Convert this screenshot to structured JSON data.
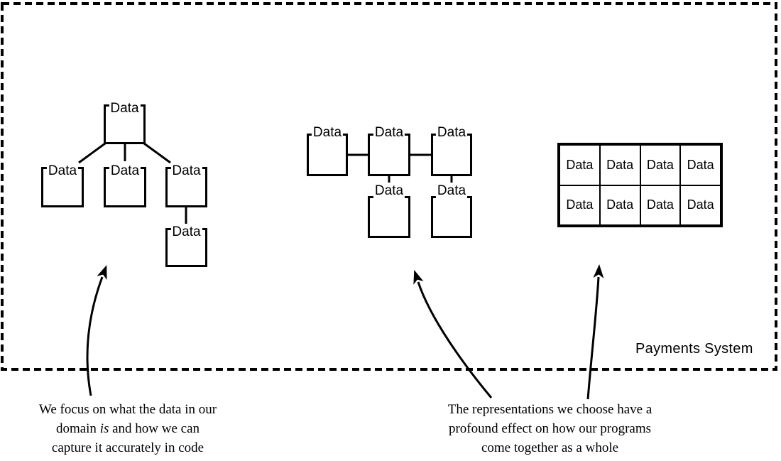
{
  "boundary": {
    "label": "Payments System"
  },
  "tree": {
    "nodes": [
      "Data",
      "Data",
      "Data",
      "Data",
      "Data"
    ]
  },
  "linked": {
    "nodes": [
      "Data",
      "Data",
      "Data",
      "Data",
      "Data"
    ]
  },
  "table": {
    "cells": [
      "Data",
      "Data",
      "Data",
      "Data",
      "Data",
      "Data",
      "Data",
      "Data"
    ]
  },
  "annotations": {
    "left": {
      "line1": "We focus on what the data in our",
      "line2_pre": "domain ",
      "line2_em": "is",
      "line2_post": " and how we can",
      "line3": "capture it accurately in code"
    },
    "right": {
      "line1": "The representations we choose have a",
      "line2": "profound effect on how our programs",
      "line3": "come together as a whole"
    }
  },
  "colors": {
    "ink": "#000000",
    "background": "#ffffff"
  }
}
